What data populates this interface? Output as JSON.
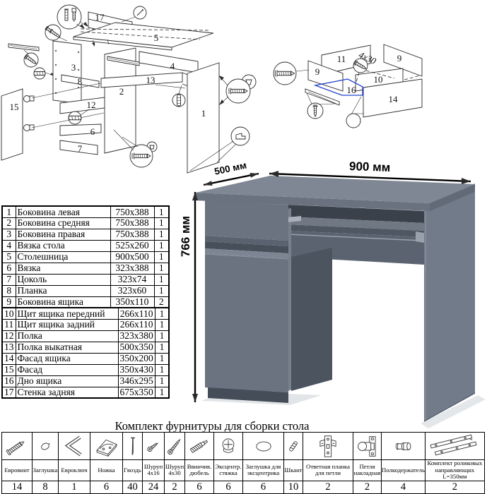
{
  "colors": {
    "desk_gray": "#6f7885",
    "highlight_blue": "#2243cc"
  },
  "desk": {
    "dim_width": "900 мм",
    "dim_depth": "500 мм",
    "dim_height": "766 мм"
  },
  "exploded_left": {
    "labels": [
      "17",
      "5",
      "3",
      "8",
      "15",
      "12",
      "6",
      "7",
      "2",
      "13",
      "4",
      "1"
    ]
  },
  "exploded_right": {
    "labels": [
      "11",
      "9",
      "9",
      "10",
      "16",
      "14"
    ],
    "screw_note": "4х30"
  },
  "parts_table": {
    "rows": [
      {
        "num": "1",
        "name": "Боковина левая",
        "size": "750x388",
        "qty": "1"
      },
      {
        "num": "2",
        "name": "Боковина средняя",
        "size": "750x388",
        "qty": "1"
      },
      {
        "num": "3",
        "name": "Боковина правая",
        "size": "750x388",
        "qty": "1"
      },
      {
        "num": "4",
        "name": "Вязка стола",
        "size": "525x260",
        "qty": "1"
      },
      {
        "num": "5",
        "name": "Столешница",
        "size": "900x500",
        "qty": "1"
      },
      {
        "num": "6",
        "name": "Вязка",
        "size": "323x388",
        "qty": "1"
      },
      {
        "num": "7",
        "name": "Цоколь",
        "size": "323x74",
        "qty": "1"
      },
      {
        "num": "8",
        "name": "Планка",
        "size": "323x60",
        "qty": "1"
      },
      {
        "num": "9",
        "name": "Боковина ящика",
        "size": "350x110",
        "qty": "2"
      },
      {
        "num": "10",
        "name": "Щит ящика передний",
        "size": "266x110",
        "qty": "1"
      },
      {
        "num": "11",
        "name": "Щит ящика задний",
        "size": "266x110",
        "qty": "1"
      },
      {
        "num": "12",
        "name": "Полка",
        "size": "323x380",
        "qty": "1"
      },
      {
        "num": "13",
        "name": "Полка выкатная",
        "size": "500x350",
        "qty": "1"
      },
      {
        "num": "14",
        "name": "Фасад ящика",
        "size": "350x200",
        "qty": "1"
      },
      {
        "num": "15",
        "name": "Фасад",
        "size": "350x430",
        "qty": "1"
      },
      {
        "num": "16",
        "name": "Дно ящика",
        "size": "346x295",
        "qty": "1"
      },
      {
        "num": "17",
        "name": "Стенка задняя",
        "size": "675x350",
        "qty": "1"
      }
    ]
  },
  "hardware": {
    "title": "Комплект фурнитуры для сборки стола",
    "items": [
      {
        "name": "Евровинт",
        "qty": "14",
        "icon": "confirmat-screw"
      },
      {
        "name": "Заглушка",
        "qty": "8",
        "icon": "screw-cap"
      },
      {
        "name": "Евроключ",
        "qty": "1",
        "icon": "hex-key"
      },
      {
        "name": "Ножка",
        "qty": "6",
        "icon": "plastic-foot"
      },
      {
        "name": "Гвоздь",
        "qty": "40",
        "icon": "nail"
      },
      {
        "name": "Шуруп 4x16",
        "qty": "24",
        "icon": "screw-small"
      },
      {
        "name": "Шуруп 4x30",
        "qty": "2",
        "icon": "screw-long"
      },
      {
        "name": "Ввинчив. дюбель",
        "qty": "6",
        "icon": "screw-in-dowel"
      },
      {
        "name": "Эксцентр. стяжка",
        "qty": "6",
        "icon": "cam-lock"
      },
      {
        "name": "Заглушка для эксцентрика",
        "qty": "6",
        "icon": "cam-cap"
      },
      {
        "name": "Шкант",
        "qty": "10",
        "icon": "wood-dowel"
      },
      {
        "name": "Ответная планка для петли",
        "qty": "2",
        "icon": "hinge-plate"
      },
      {
        "name": "Петля накладная",
        "qty": "2",
        "icon": "overlay-hinge"
      },
      {
        "name": "Полкодержатель",
        "qty": "4",
        "icon": "shelf-support"
      },
      {
        "name": "Комплект роликовых направляющих L=350мм",
        "qty": "2",
        "icon": "roller-slides"
      }
    ]
  }
}
